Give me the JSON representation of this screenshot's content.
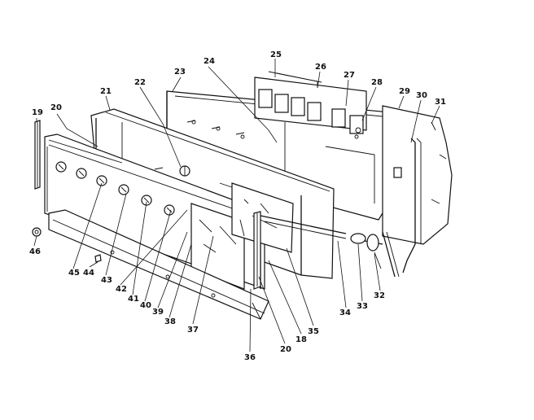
{
  "diagram": {
    "callouts": [
      "19",
      "20",
      "21",
      "22",
      "23",
      "24",
      "25",
      "26",
      "27",
      "28",
      "29",
      "30",
      "31",
      "32",
      "33",
      "34",
      "35",
      "18",
      "20",
      "36",
      "37",
      "38",
      "39",
      "40",
      "41",
      "42",
      "43",
      "44",
      "45",
      "46"
    ]
  }
}
